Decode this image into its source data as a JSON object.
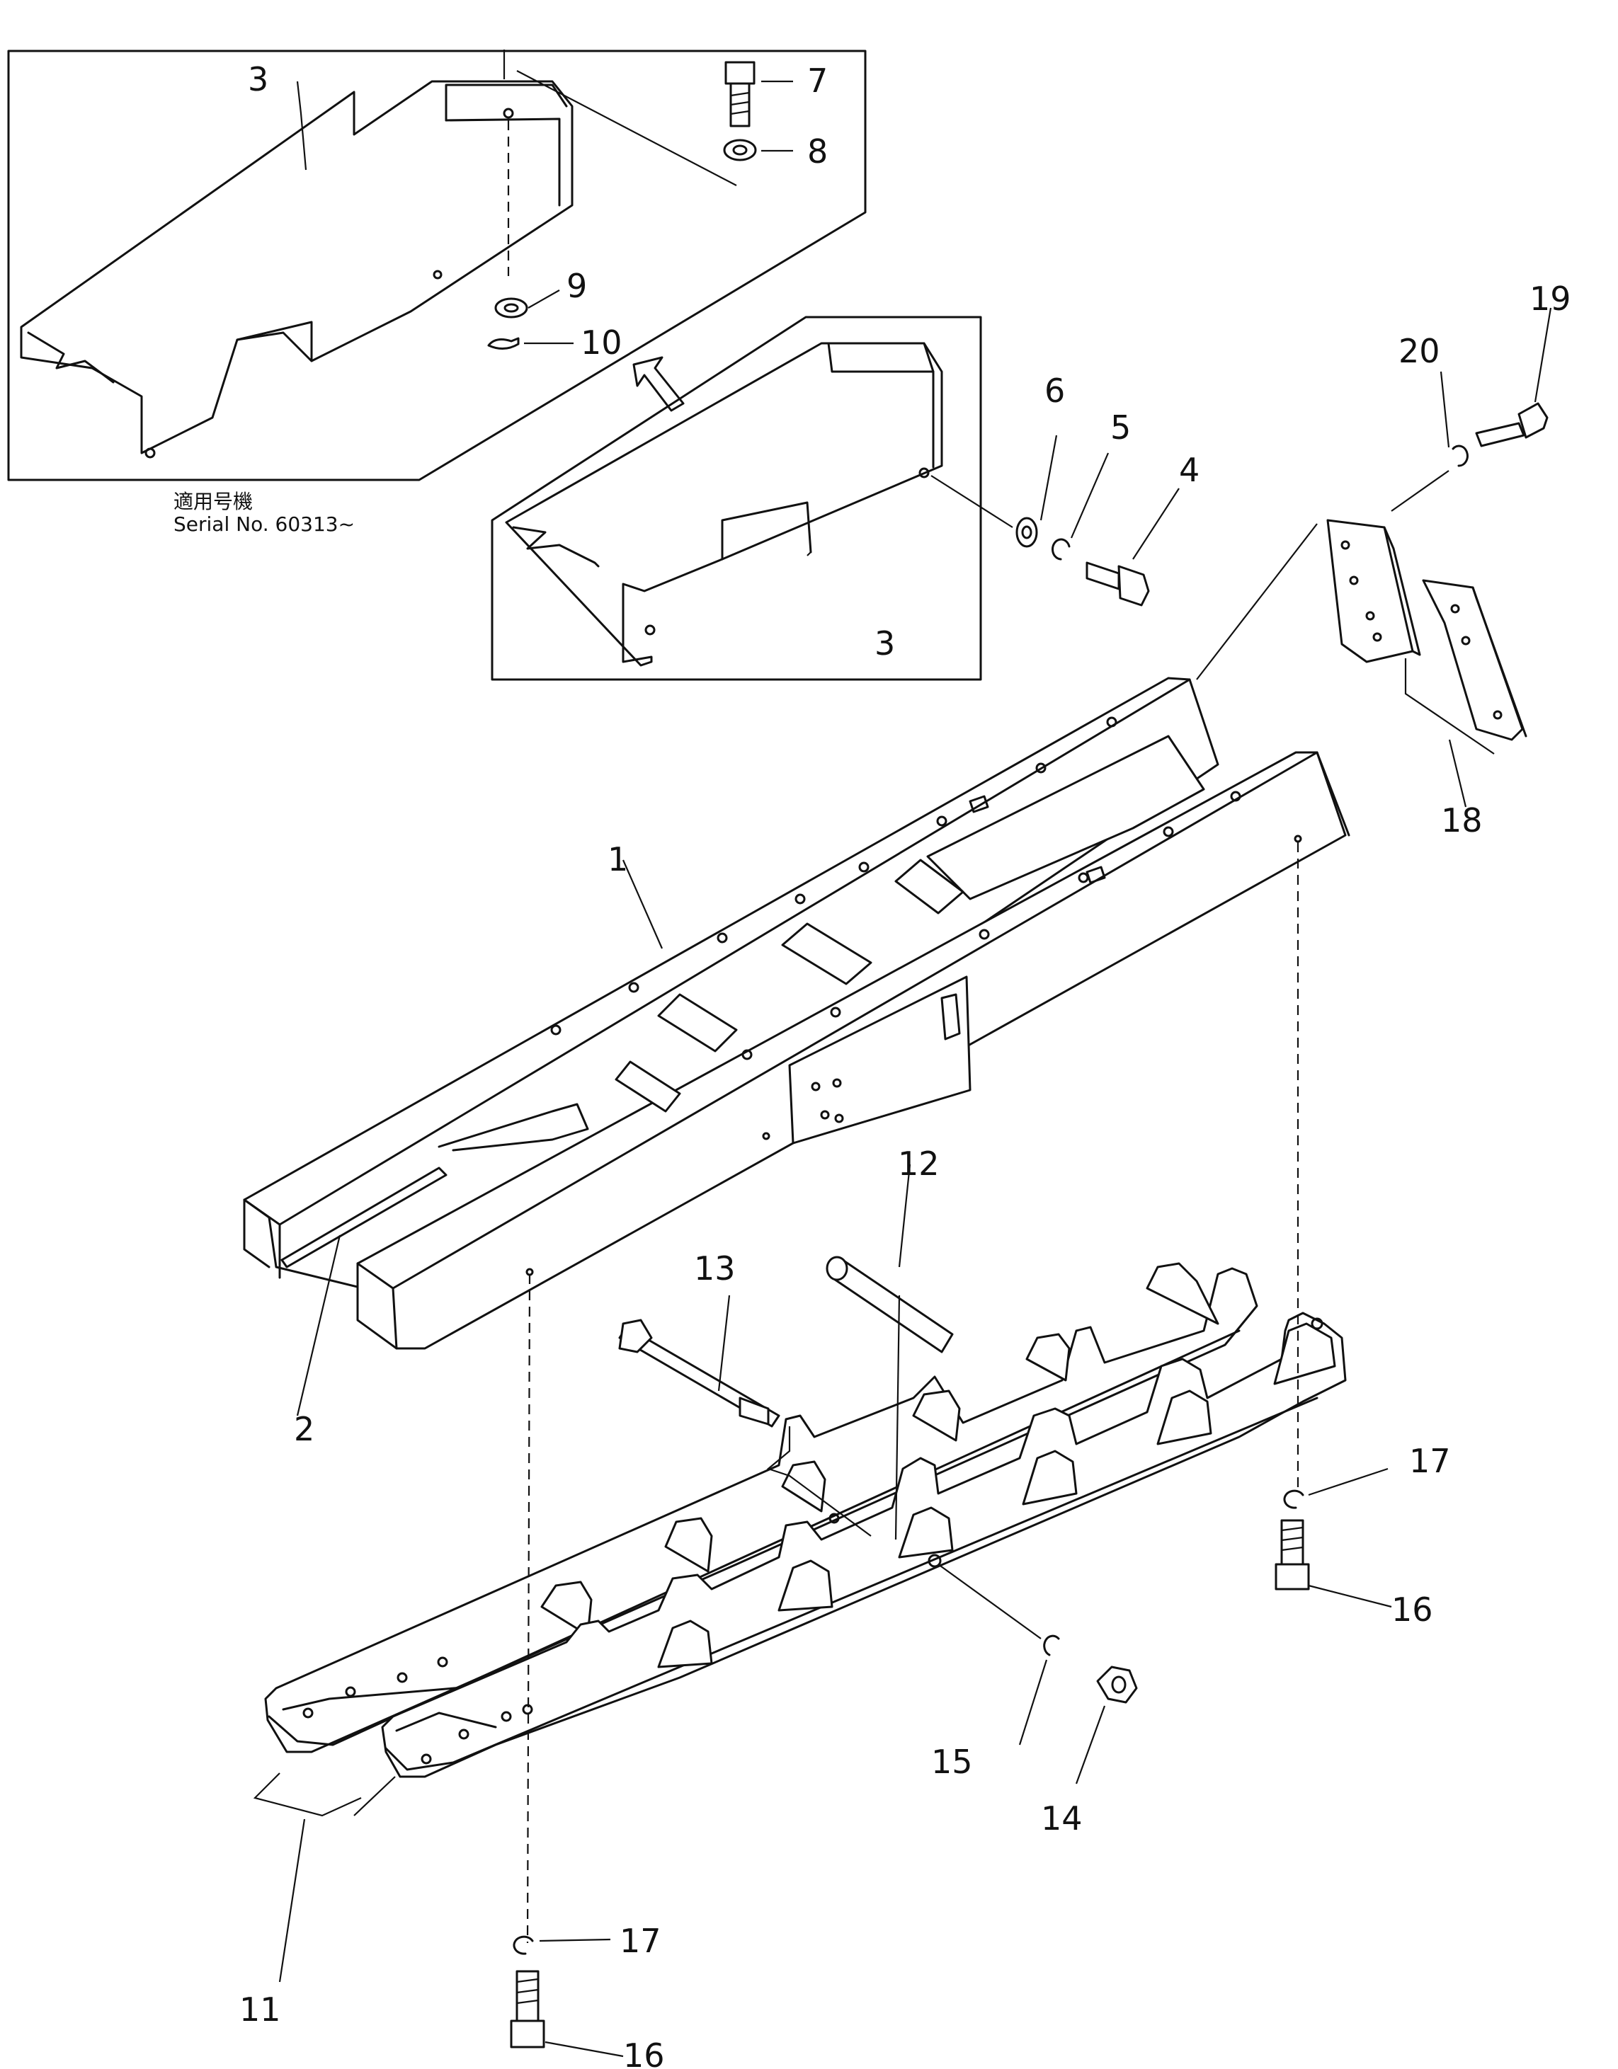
{
  "inset": {
    "serial_label_jp": "適用号機",
    "serial_label": "Serial No. 60313~"
  },
  "callouts": {
    "c1": "1",
    "c2": "2",
    "c3a": "3",
    "c3b": "3",
    "c4": "4",
    "c5": "5",
    "c6": "6",
    "c7": "7",
    "c8": "8",
    "c9": "9",
    "c10": "10",
    "c11": "11",
    "c12": "12",
    "c13": "13",
    "c14": "14",
    "c15": "15",
    "c16a": "16",
    "c16b": "16",
    "c17a": "17",
    "c17b": "17",
    "c18": "18",
    "c19": "19",
    "c20": "20"
  },
  "icons": {
    "arrow": "up-arrow-icon"
  }
}
